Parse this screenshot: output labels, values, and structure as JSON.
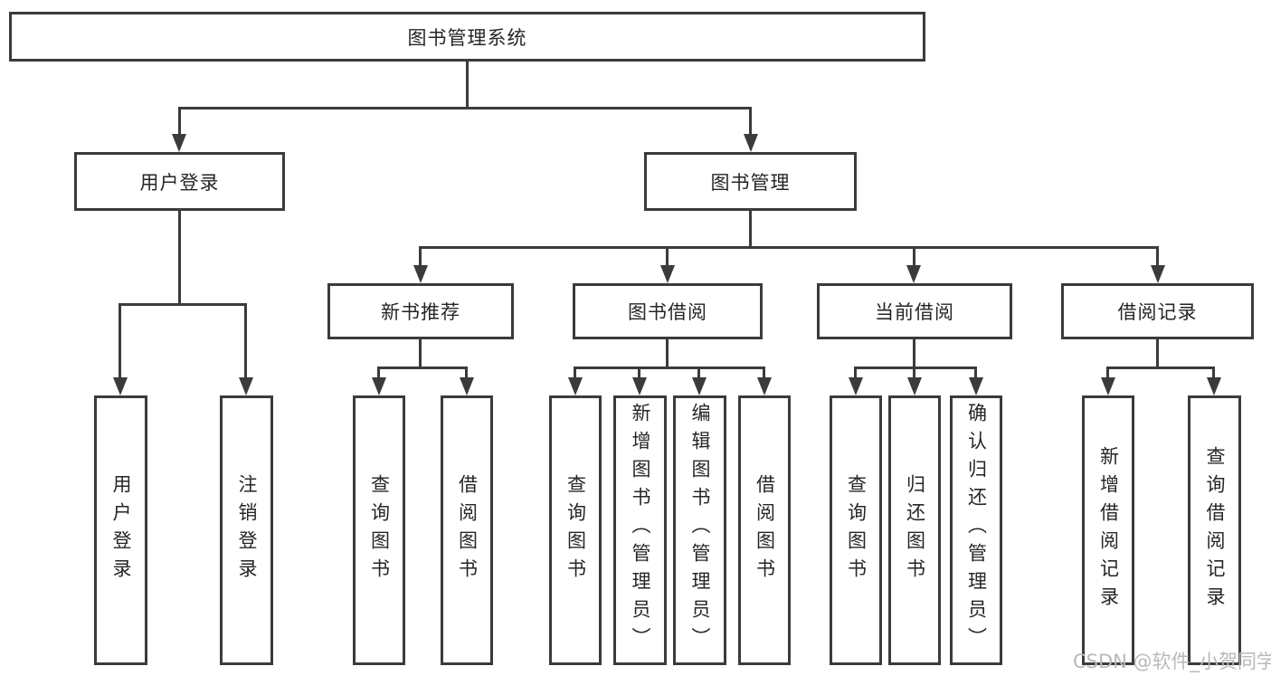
{
  "diagram": {
    "root": {
      "label": "图书管理系统"
    },
    "branches": [
      {
        "label": "用户登录",
        "children": [
          {
            "label": "用户登录"
          },
          {
            "label": "注销登录"
          }
        ]
      },
      {
        "label": "图书管理",
        "children": [
          {
            "label": "新书推荐",
            "children": [
              {
                "label": "查询图书"
              },
              {
                "label": "借阅图书"
              }
            ]
          },
          {
            "label": "图书借阅",
            "children": [
              {
                "label": "查询图书"
              },
              {
                "label": "新增图书（管理员）"
              },
              {
                "label": "编辑图书（管理员）"
              },
              {
                "label": "借阅图书"
              }
            ]
          },
          {
            "label": "当前借阅",
            "children": [
              {
                "label": "查询图书"
              },
              {
                "label": "归还图书"
              },
              {
                "label": "确认归还（管理员）"
              }
            ]
          },
          {
            "label": "借阅记录",
            "children": [
              {
                "label": "新增借阅记录"
              },
              {
                "label": "查询借阅记录"
              }
            ]
          }
        ]
      }
    ]
  },
  "watermark": {
    "text": "CSDN @软件_小贺同学"
  },
  "colors": {
    "line": "#3b3b3b",
    "text": "#262626",
    "background": "#ffffff",
    "watermark": "#b9b9b9"
  }
}
